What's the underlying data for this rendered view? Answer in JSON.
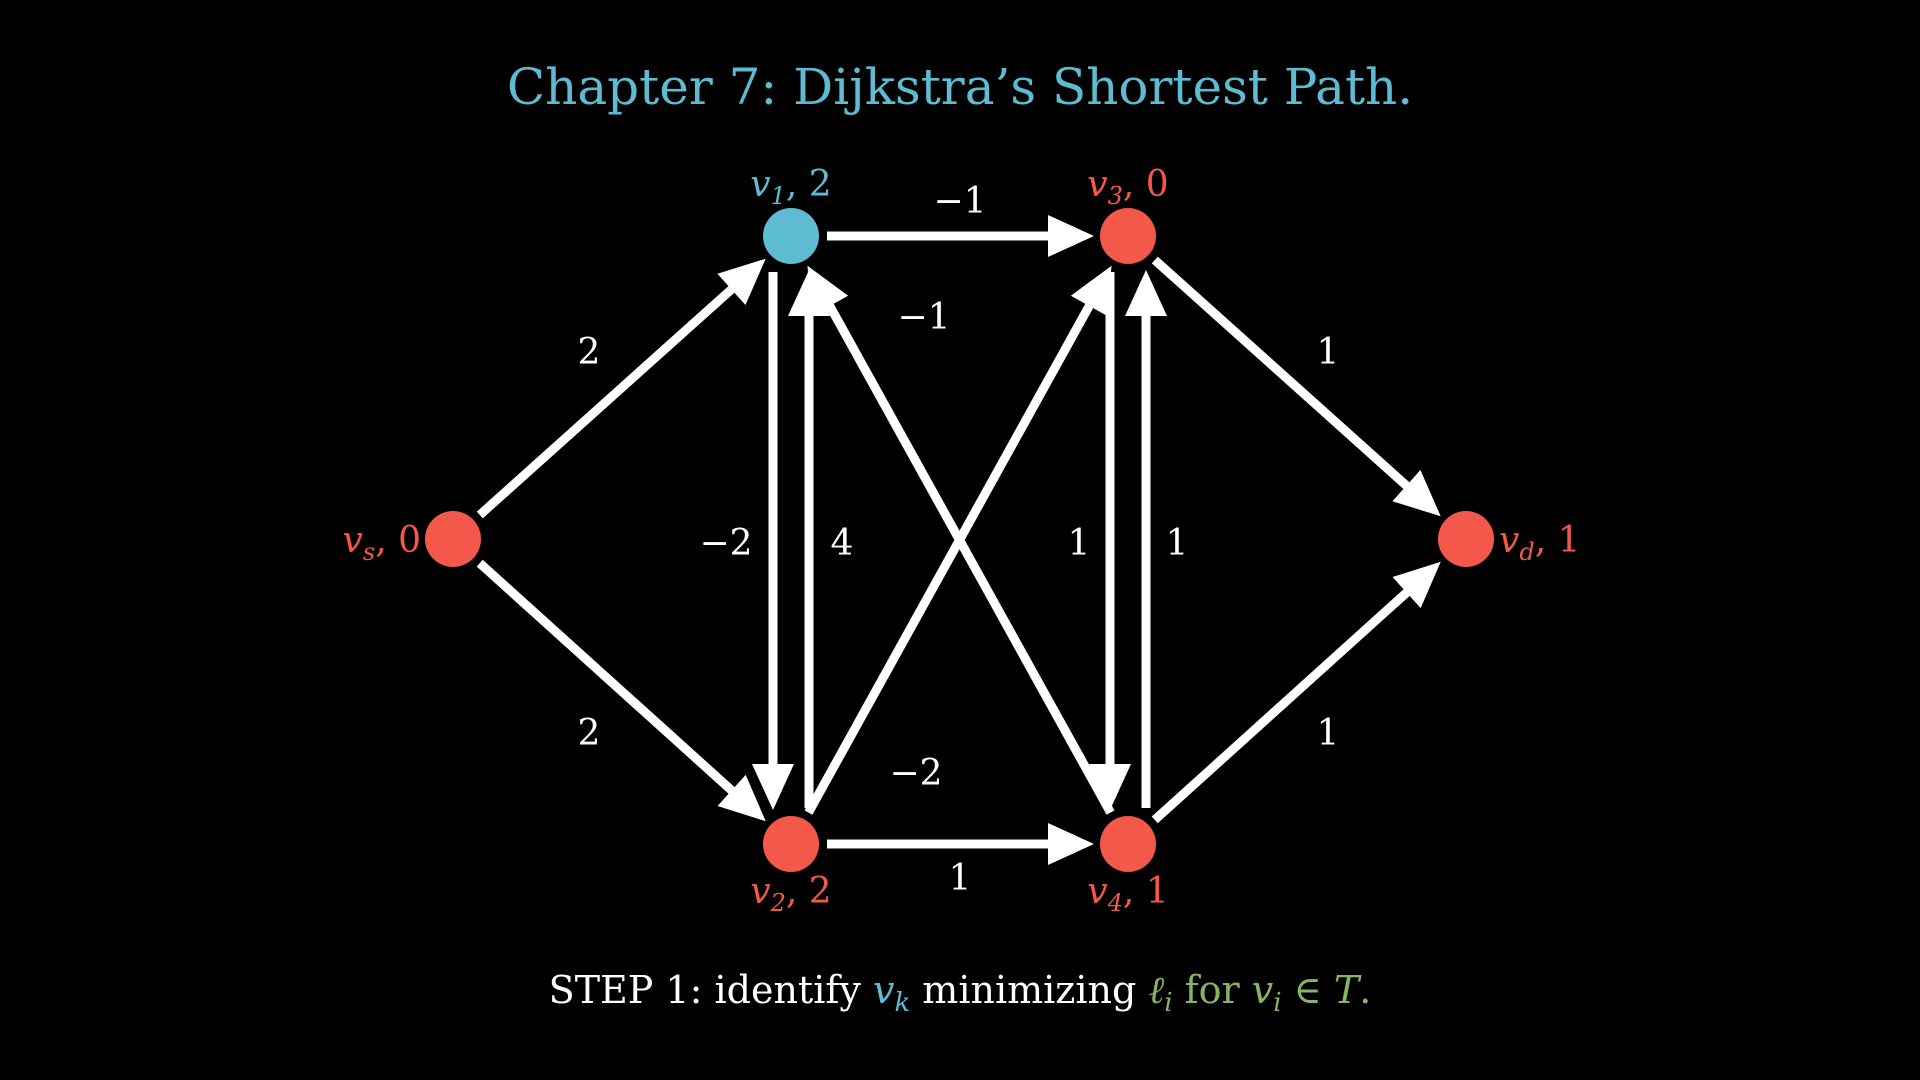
{
  "title": "Chapter 7: Dijkstra’s Shortest Path.",
  "colors": {
    "background": "#000000",
    "title": "#5dbcd2",
    "node_default": "#f4584a",
    "node_selected": "#5dbcd2",
    "edge": "#ffffff",
    "caption_text": "#ffffff",
    "caption_vk": "#5dbcd2",
    "caption_li": "#86b565"
  },
  "nodes": [
    {
      "id": "vs",
      "name": "v",
      "sub": "s",
      "value": "0",
      "selected": false
    },
    {
      "id": "v1",
      "name": "v",
      "sub": "1",
      "value": "2",
      "selected": true
    },
    {
      "id": "v2",
      "name": "v",
      "sub": "2",
      "value": "2",
      "selected": false
    },
    {
      "id": "v3",
      "name": "v",
      "sub": "3",
      "value": "0",
      "selected": false
    },
    {
      "id": "v4",
      "name": "v",
      "sub": "4",
      "value": "1",
      "selected": false
    },
    {
      "id": "vd",
      "name": "v",
      "sub": "d",
      "value": "1",
      "selected": false
    }
  ],
  "edges": [
    {
      "from": "vs",
      "to": "v1",
      "weight": "2"
    },
    {
      "from": "vs",
      "to": "v2",
      "weight": "2"
    },
    {
      "from": "v1",
      "to": "v3",
      "weight": "−1"
    },
    {
      "from": "v4",
      "to": "v1",
      "weight": "−1"
    },
    {
      "from": "v1",
      "to": "v2",
      "weight": "−2"
    },
    {
      "from": "v2",
      "to": "v1",
      "weight": "4"
    },
    {
      "from": "v2",
      "to": "v3",
      "weight": "−2"
    },
    {
      "from": "v2",
      "to": "v4",
      "weight": "1"
    },
    {
      "from": "v3",
      "to": "v4",
      "weight": "1"
    },
    {
      "from": "v4",
      "to": "v3",
      "weight": "1"
    },
    {
      "from": "v3",
      "to": "vd",
      "weight": "1"
    },
    {
      "from": "v4",
      "to": "vd",
      "weight": "1"
    }
  ],
  "caption": {
    "prefix": "STEP 1: identify ",
    "vk_main": "v",
    "vk_sub": "k",
    "middle": " minimizing ",
    "li_main": "ℓ",
    "li_sub": "i",
    "for_text": " for ",
    "vi_main": "v",
    "vi_sub": "i",
    "in_text": " ∈ ",
    "set_name": "T",
    "end": "."
  }
}
